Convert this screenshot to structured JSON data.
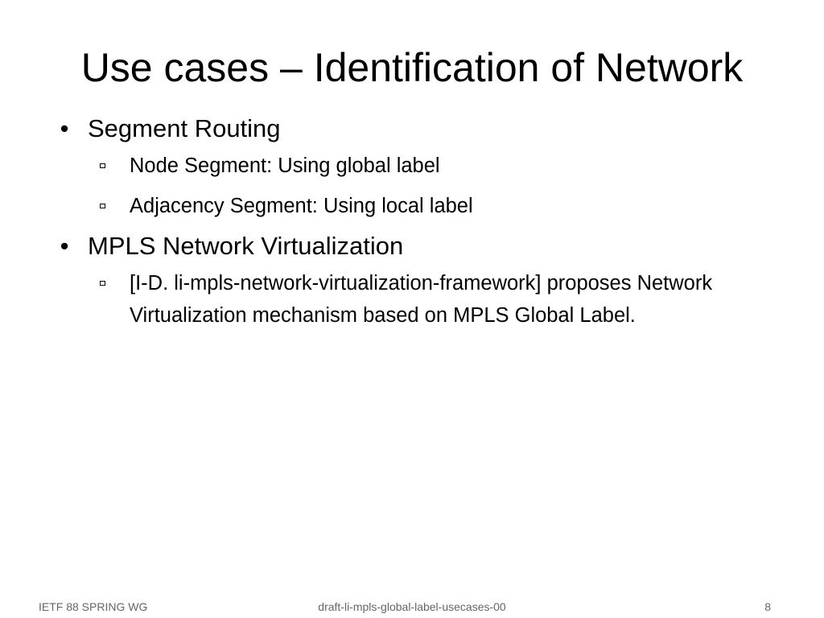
{
  "slide": {
    "title": "Use cases – Identification of Network",
    "bullets": [
      {
        "bullet_glyph": "•",
        "text": "Segment Routing",
        "subitems": [
          {
            "text": "Node Segment: Using global label"
          },
          {
            "text": "Adjacency Segment: Using local label"
          }
        ]
      },
      {
        "bullet_glyph": "•",
        "text": "MPLS Network Virtualization",
        "subitems": [
          {
            "text": "[I-D. li-mpls-network-virtualization-framework] proposes Network Virtualization mechanism based on MPLS Global Label."
          }
        ]
      }
    ],
    "sub_bullet_icon": "small-square-icon"
  },
  "footer": {
    "left": "IETF 88 SPRING WG",
    "center": "draft-li-mpls-global-label-usecases-00",
    "page_number": "8"
  }
}
